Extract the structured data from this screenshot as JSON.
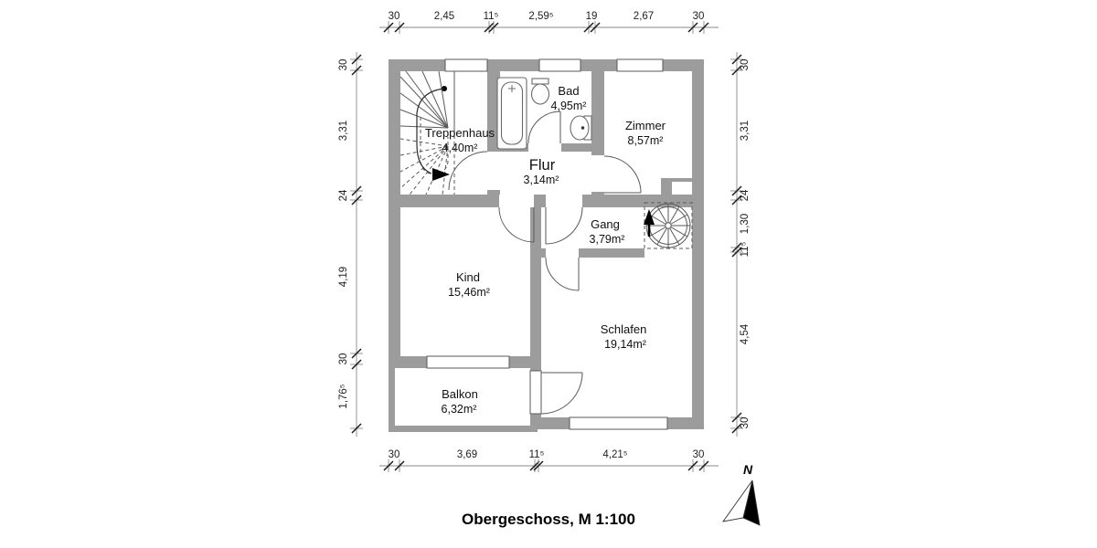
{
  "title": "Obergeschoss, M 1:100",
  "north": {
    "label": "N"
  },
  "rooms": {
    "treppenhaus": {
      "name": "Treppenhaus",
      "area": "4,40m²"
    },
    "bad": {
      "name": "Bad",
      "area": "4,95m²"
    },
    "zimmer": {
      "name": "Zimmer",
      "area": "8,57m²"
    },
    "flur": {
      "name": "Flur",
      "area": "3,14m²"
    },
    "gang": {
      "name": "Gang",
      "area": "3,79m²"
    },
    "kind": {
      "name": "Kind",
      "area": "15,46m²"
    },
    "schlafen": {
      "name": "Schlafen",
      "area": "19,14m²"
    },
    "balkon": {
      "name": "Balkon",
      "area": "6,32m²"
    }
  },
  "dimensions": {
    "top": [
      "30",
      "2,45",
      "11⁵",
      "2,59⁵",
      "19",
      "2,67",
      "30"
    ],
    "bottom": [
      "30",
      "3,69",
      "11⁵",
      "4,21⁵",
      "30"
    ],
    "left": [
      "30",
      "3,31",
      "24",
      "4,19",
      "30",
      "1,76⁵"
    ],
    "right": [
      "30",
      "3,31",
      "24",
      "1,30",
      "11⁵",
      "4,54",
      "30"
    ]
  },
  "colors": {
    "wall": "#9c9c9c",
    "line": "#5a5a5a",
    "text": "#101010",
    "background": "#ffffff"
  }
}
